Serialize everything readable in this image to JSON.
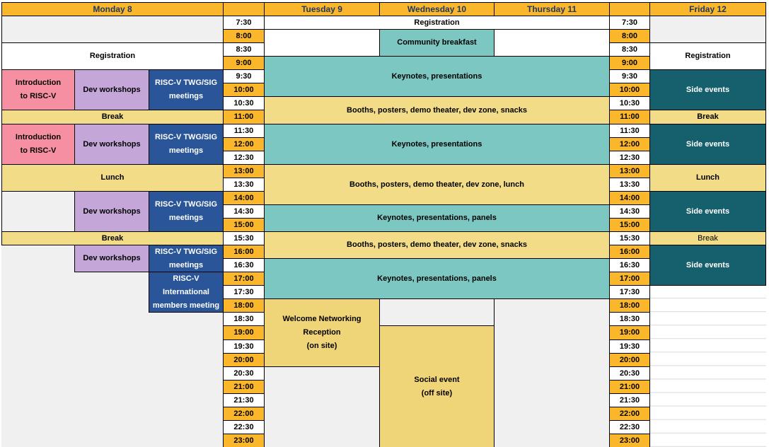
{
  "palette": {
    "orange": "#FBB72C",
    "pale": "#F2DC88",
    "gold": "#F0D478",
    "pink": "#F78FA2",
    "purple": "#C5A6D9",
    "blue": "#2A5699",
    "teal": "#7DC7C3",
    "darkTeal": "#16606E",
    "gray": "#F1F0F0",
    "white": "#FFFFFF",
    "navy": "#1F3864",
    "black": "#000000",
    "gridline": "#D9D9D9"
  },
  "header": [
    {
      "name": "day-header-monday",
      "label": "Monday 8",
      "col": "monAll"
    },
    {
      "name": "time-header-left",
      "label": "",
      "col": "timeL"
    },
    {
      "name": "day-header-tuesday",
      "label": "Tuesday 9",
      "col": "tue"
    },
    {
      "name": "day-header-wednesday",
      "label": "Wednesday 10",
      "col": "wed"
    },
    {
      "name": "day-header-thursday",
      "label": "Thursday 11",
      "col": "thu"
    },
    {
      "name": "time-header-right",
      "label": "",
      "col": "timeR"
    },
    {
      "name": "day-header-friday",
      "label": "Friday 12",
      "col": "fri"
    }
  ],
  "times": [
    "7:30",
    "8:00",
    "8:30",
    "9:00",
    "9:30",
    "10:00",
    "10:30",
    "11:00",
    "11:30",
    "12:00",
    "12:30",
    "13:00",
    "13:30",
    "14:00",
    "14:30",
    "15:00",
    "15:30",
    "16:00",
    "16:30",
    "17:00",
    "17:30",
    "18:00",
    "18:30",
    "19:00",
    "19:30",
    "20:00",
    "20:30",
    "21:00",
    "21:30",
    "22:00",
    "22:30",
    "23:00"
  ],
  "blocks": [
    {
      "name": "mon-early-empty",
      "label": "",
      "col": "monAll",
      "row": 0,
      "span": 2,
      "bg": "gray",
      "border": true
    },
    {
      "name": "mon-registration",
      "label": "Registration",
      "col": "monAll",
      "row": 2,
      "span": 2,
      "bg": "white",
      "border": true
    },
    {
      "name": "mon-intro-1",
      "label": "Introduction\nto RISC-V",
      "col": "mon1",
      "row": 4,
      "span": 3,
      "bg": "pink",
      "border": true
    },
    {
      "name": "mon-dev-1",
      "label": "Dev workshops",
      "col": "mon2",
      "row": 4,
      "span": 3,
      "bg": "purple",
      "border": true
    },
    {
      "name": "mon-twg-1",
      "label": "RISC-V TWG/SIG\nmeetings",
      "col": "mon3",
      "row": 4,
      "span": 3,
      "bg": "blue",
      "fg": "white",
      "border": true
    },
    {
      "name": "mon-break-1",
      "label": "Break",
      "col": "monAll",
      "row": 7,
      "span": 1,
      "bg": "pale",
      "border": true
    },
    {
      "name": "mon-intro-2",
      "label": "Introduction\nto RISC-V",
      "col": "mon1",
      "row": 8,
      "span": 3,
      "bg": "pink",
      "border": true
    },
    {
      "name": "mon-dev-2",
      "label": "Dev workshops",
      "col": "mon2",
      "row": 8,
      "span": 3,
      "bg": "purple",
      "border": true
    },
    {
      "name": "mon-twg-2",
      "label": "RISC-V TWG/SIG\nmeetings",
      "col": "mon3",
      "row": 8,
      "span": 3,
      "bg": "blue",
      "fg": "white",
      "border": true
    },
    {
      "name": "mon-lunch",
      "label": "Lunch",
      "col": "monAll",
      "row": 11,
      "span": 2,
      "bg": "pale",
      "border": true
    },
    {
      "name": "mon-empty-afternoon",
      "label": "",
      "col": "mon1",
      "row": 13,
      "span": 3,
      "bg": "gray",
      "border": true
    },
    {
      "name": "mon-dev-3",
      "label": "Dev workshops",
      "col": "mon2",
      "row": 13,
      "span": 3,
      "bg": "purple",
      "border": true
    },
    {
      "name": "mon-twg-3",
      "label": "RISC-V TWG/SIG\nmeetings",
      "col": "mon3",
      "row": 13,
      "span": 3,
      "bg": "blue",
      "fg": "white",
      "border": true
    },
    {
      "name": "mon-break-2",
      "label": "Break",
      "col": "monAll",
      "row": 16,
      "span": 1,
      "bg": "pale",
      "border": true
    },
    {
      "name": "mon-empty-evening-1",
      "label": "",
      "col": "mon1",
      "row": 17,
      "span": 15,
      "bg": "gray"
    },
    {
      "name": "mon-dev-4",
      "label": "Dev workshops",
      "col": "mon2",
      "row": 17,
      "span": 2,
      "bg": "purple",
      "border": true
    },
    {
      "name": "mon-twg-4",
      "label": "RISC-V TWG/SIG\nmeetings",
      "col": "mon3",
      "row": 17,
      "span": 2,
      "bg": "blue",
      "fg": "white",
      "border": true
    },
    {
      "name": "mon-empty-evening-2",
      "label": "",
      "col": "mon2",
      "row": 19,
      "span": 13,
      "bg": "gray"
    },
    {
      "name": "mon-intl-meeting",
      "label": "RISC-V\nInternational\nmembers meeting",
      "col": "mon3",
      "row": 19,
      "span": 3,
      "bg": "blue",
      "fg": "white",
      "border": true
    },
    {
      "name": "mon-empty-evening-3",
      "label": "",
      "col": "mon3",
      "row": 22,
      "span": 10,
      "bg": "gray"
    },
    {
      "name": "mid-registration",
      "label": "Registration",
      "col": "tueThu",
      "row": 0,
      "span": 1,
      "bg": "white",
      "border": true
    },
    {
      "name": "tue-early-empty",
      "label": "",
      "col": "tue",
      "row": 1,
      "span": 2,
      "bg": "white",
      "border": true
    },
    {
      "name": "wed-breakfast",
      "label": "Community breakfast",
      "col": "wed",
      "row": 1,
      "span": 2,
      "bg": "teal",
      "border": true
    },
    {
      "name": "thu-early-empty",
      "label": "",
      "col": "thu",
      "row": 1,
      "span": 2,
      "bg": "white",
      "border": true
    },
    {
      "name": "mid-keynotes-1",
      "label": "Keynotes, presentations",
      "col": "tueThu",
      "row": 3,
      "span": 3,
      "bg": "teal",
      "border": true
    },
    {
      "name": "mid-booths-1",
      "label": "Booths, posters, demo theater, dev zone, snacks",
      "col": "tueThu",
      "row": 6,
      "span": 2,
      "bg": "pale",
      "border": true
    },
    {
      "name": "mid-keynotes-2",
      "label": "Keynotes, presentations",
      "col": "tueThu",
      "row": 8,
      "span": 3,
      "bg": "teal",
      "border": true
    },
    {
      "name": "mid-booths-2",
      "label": "Booths, posters, demo theater, dev zone, lunch",
      "col": "tueThu",
      "row": 11,
      "span": 3,
      "bg": "pale",
      "border": true
    },
    {
      "name": "mid-keynotes-3",
      "label": "Keynotes, presentations, panels",
      "col": "tueThu",
      "row": 14,
      "span": 2,
      "bg": "teal",
      "border": true
    },
    {
      "name": "mid-booths-3",
      "label": "Booths, posters, demo theater, dev zone, snacks",
      "col": "tueThu",
      "row": 16,
      "span": 2,
      "bg": "pale",
      "border": true
    },
    {
      "name": "mid-keynotes-4",
      "label": "Keynotes, presentations, panels",
      "col": "tueThu",
      "row": 18,
      "span": 3,
      "bg": "teal",
      "border": true
    },
    {
      "name": "tue-reception",
      "label": "Welcome Networking\nReception\n(on site)",
      "col": "tue",
      "row": 21,
      "span": 5,
      "bg": "gold",
      "border": true
    },
    {
      "name": "wed-evening-empty",
      "label": "",
      "col": "wed",
      "row": 21,
      "span": 2,
      "bg": "gray",
      "border": true
    },
    {
      "name": "wed-social-event",
      "label": "Social event\n(off site)",
      "col": "wed",
      "row": 23,
      "span": 9,
      "bg": "gold",
      "border": true
    },
    {
      "name": "tue-night-empty",
      "label": "",
      "col": "tue",
      "row": 26,
      "span": 6,
      "bg": "gray"
    },
    {
      "name": "thu-evening-empty",
      "label": "",
      "col": "thu",
      "row": 21,
      "span": 11,
      "bg": "gray"
    },
    {
      "name": "fri-early-empty",
      "label": "",
      "col": "fri",
      "row": 0,
      "span": 2,
      "bg": "gray",
      "border": true
    },
    {
      "name": "fri-registration",
      "label": "Registration",
      "col": "fri",
      "row": 2,
      "span": 2,
      "bg": "white",
      "border": true
    },
    {
      "name": "fri-side-events-1",
      "label": "Side events",
      "col": "fri",
      "row": 4,
      "span": 3,
      "bg": "darkTeal",
      "fg": "white",
      "border": true
    },
    {
      "name": "fri-break-1",
      "label": "Break",
      "col": "fri",
      "row": 7,
      "span": 1,
      "bg": "pale",
      "border": true
    },
    {
      "name": "fri-side-events-2",
      "label": "Side events",
      "col": "fri",
      "row": 8,
      "span": 3,
      "bg": "darkTeal",
      "fg": "white",
      "border": true
    },
    {
      "name": "fri-lunch",
      "label": "Lunch",
      "col": "fri",
      "row": 11,
      "span": 2,
      "bg": "pale",
      "border": true
    },
    {
      "name": "fri-side-events-3",
      "label": "Side events",
      "col": "fri",
      "row": 13,
      "span": 3,
      "bg": "darkTeal",
      "fg": "white",
      "border": true
    },
    {
      "name": "fri-break-2",
      "label": "Break",
      "col": "fri",
      "row": 16,
      "span": 1,
      "bg": "pale",
      "border": true,
      "bold": false
    },
    {
      "name": "fri-side-events-4",
      "label": "Side events",
      "col": "fri",
      "row": 17,
      "span": 3,
      "bg": "darkTeal",
      "fg": "white",
      "border": true
    },
    {
      "name": "fri-evening-empty",
      "label": "",
      "col": "fri",
      "row": 20,
      "span": 12,
      "bg": "white",
      "grid": true
    }
  ]
}
